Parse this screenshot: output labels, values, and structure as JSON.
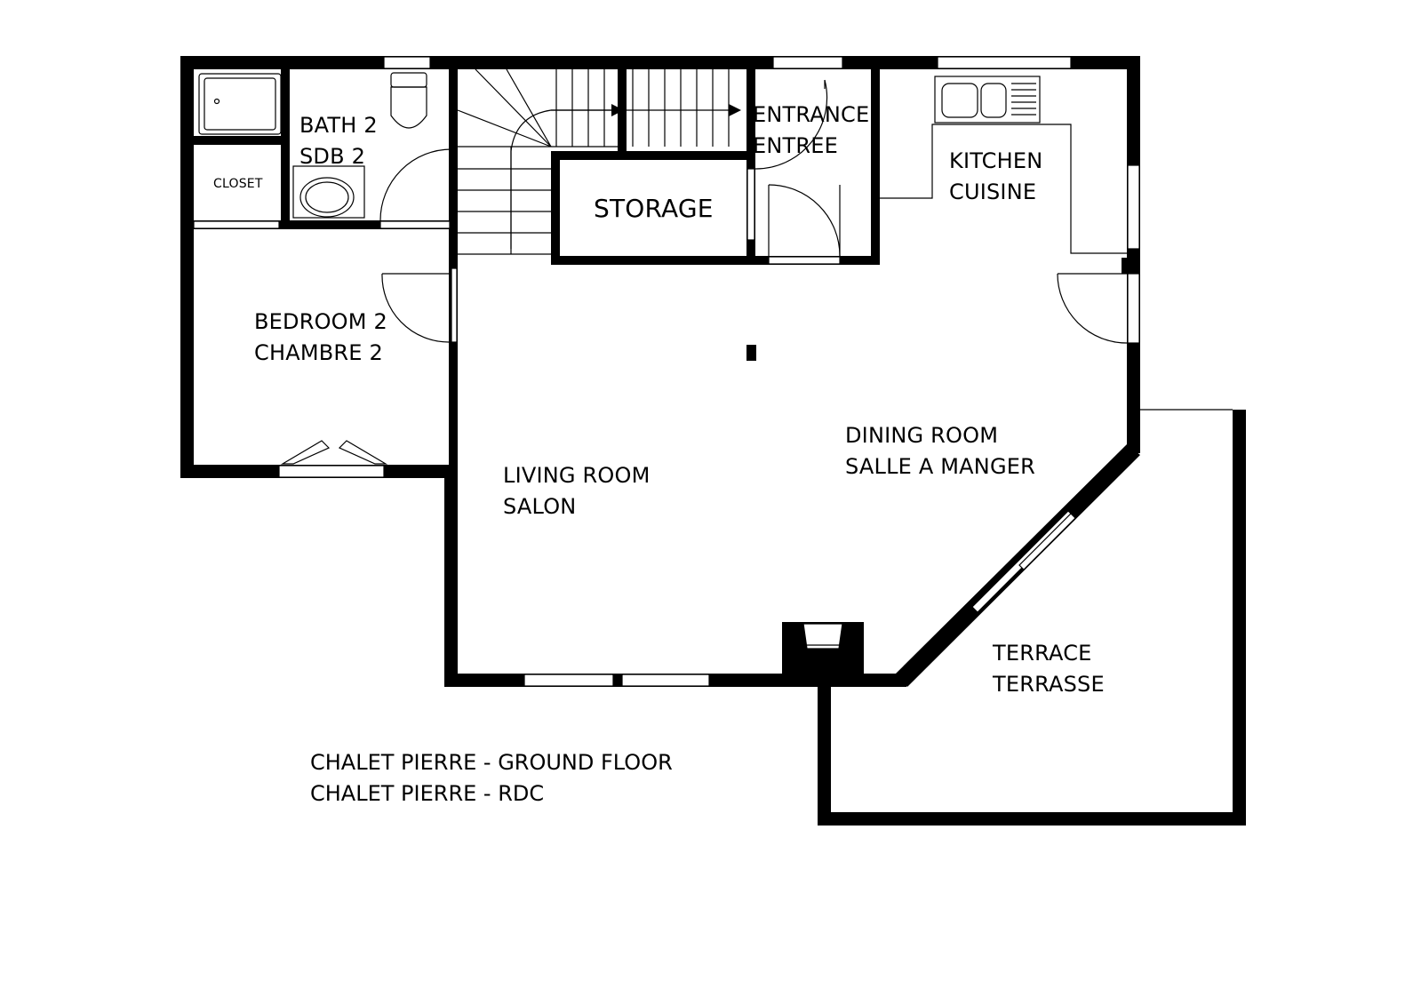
{
  "plan": {
    "title_line1": "CHALET PIERRE - GROUND FLOOR",
    "title_line2": "CHALET PIERRE - RDC",
    "rooms": {
      "bath2": {
        "line1": "BATH 2",
        "line2": "SDB 2"
      },
      "closet": {
        "line1": "CLOSET"
      },
      "storage": {
        "line1": "STORAGE"
      },
      "entrance": {
        "line1": "ENTRANCE",
        "line2": "ENTREE"
      },
      "kitchen": {
        "line1": "KITCHEN",
        "line2": "CUISINE"
      },
      "bedroom2": {
        "line1": "BEDROOM 2",
        "line2": "CHAMBRE 2"
      },
      "dining": {
        "line1": "DINING ROOM",
        "line2": "SALLE A MANGER"
      },
      "living": {
        "line1": "LIVING ROOM",
        "line2": "SALON"
      },
      "terrace": {
        "line1": "TERRACE",
        "line2": "TERRASSE"
      }
    },
    "colors": {
      "wall": "#000000",
      "background": "#ffffff"
    }
  }
}
